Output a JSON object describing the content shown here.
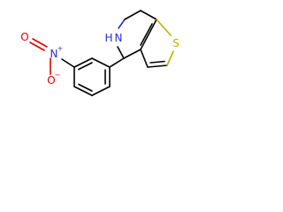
{
  "molecule": {
    "atoms": {
      "sulfur": {
        "symbol": "S",
        "color": "#b8b400"
      },
      "amine": {
        "symbol": "N",
        "hydrogen": "H",
        "color": "#2b2bd8"
      },
      "nitro_n": {
        "symbol": "N",
        "charge": "+",
        "color": "#2b2bd8"
      },
      "nitro_o_top": {
        "symbol": "O",
        "color": "#e00000"
      },
      "nitro_o_bottom": {
        "symbol": "O",
        "charge": "−",
        "color": "#e00000"
      }
    }
  }
}
